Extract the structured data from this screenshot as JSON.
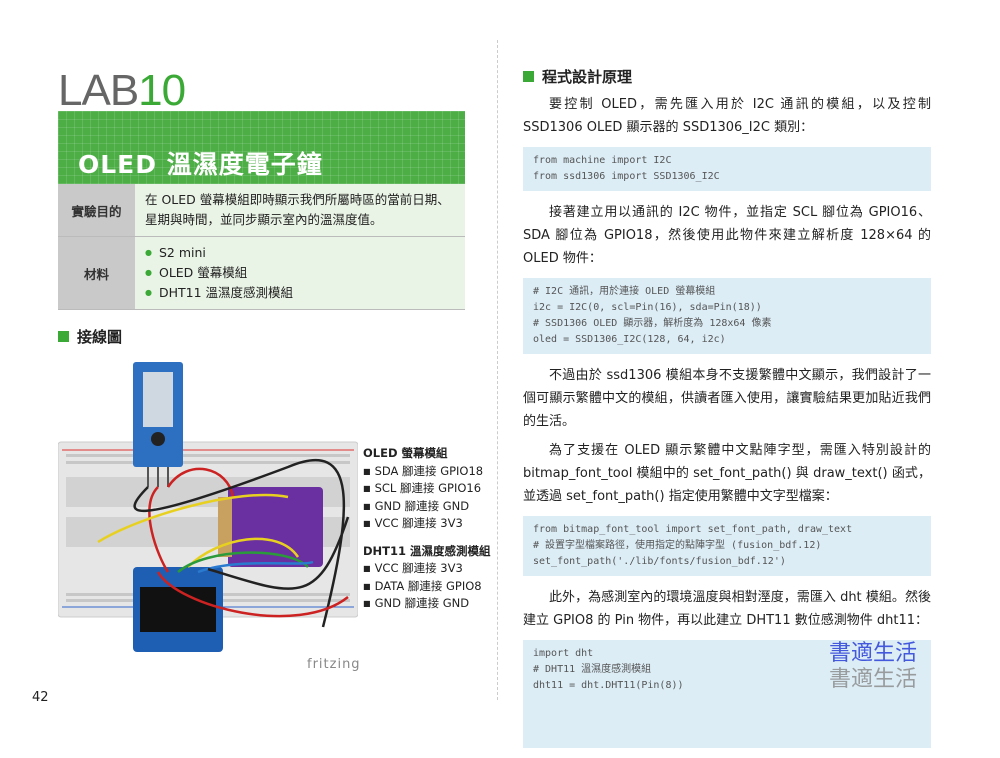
{
  "lab": {
    "prefix": "LAB",
    "number": "10"
  },
  "title": "OLED 溫濕度電子鐘",
  "table": {
    "purpose_label": "實驗目的",
    "purpose_text": "在 OLED 螢幕模組即時顯示我們所屬時區的當前日期、星期與時間，並同步顯示室內的溫濕度值。",
    "materials_label": "材料",
    "materials": [
      "S2 mini",
      "OLED 螢幕模組",
      "DHT11 溫濕度感測模組"
    ]
  },
  "wiring_heading": "接線圖",
  "legend": {
    "oled_title": "OLED 螢幕模組",
    "oled": [
      "SDA 腳連接 GPIO18",
      "SCL 腳連接 GPIO16",
      "GND 腳連接 GND",
      "VCC 腳連接 3V3"
    ],
    "dht_title": "DHT11 溫濕度感測模組",
    "dht": [
      "VCC 腳連接 3V3",
      "DATA 腳連接 GPIO8",
      "GND 腳連接 GND"
    ]
  },
  "fritzing": "fritzing",
  "page_number": "42",
  "program_heading": "程式設計原理",
  "paragraphs": [
    "要控制 OLED，需先匯入用於 I2C 通訊的模組，以及控制 SSD1306 OLED 顯示器的 SSD1306_I2C 類別：",
    "接著建立用以通訊的 I2C 物件，並指定 SCL 腳位為 GPIO16、SDA 腳位為 GPIO18，然後使用此物件來建立解析度 128×64 的 OLED 物件：",
    "不過由於 ssd1306 模組本身不支援繁體中文顯示，我們設計了一個可顯示繁體中文的模組，供讀者匯入使用，讓實驗結果更加貼近我們的生活。",
    "為了支援在 OLED 顯示繁體中文點陣字型，需匯入特別設計的 bitmap_font_tool 模組中的 set_font_path() 與 draw_text() 函式，並透過 set_font_path() 指定使用繁體中文字型檔案：",
    "此外，為感測室內的環境溫度與相對溼度，需匯入 dht 模組。然後建立 GPIO8 的 Pin 物件，再以此建立 DHT11 數位感測物件 dht11："
  ],
  "code": [
    "from machine import I2C\nfrom ssd1306 import SSD1306_I2C",
    "# I2C 通訊，用於連接 OLED 螢幕模組\ni2c = I2C(0, scl=Pin(16), sda=Pin(18))\n# SSD1306 OLED 顯示器，解析度為 128x64 像素\noled = SSD1306_I2C(128, 64, i2c)",
    "from bitmap_font_tool import set_font_path, draw_text\n# 設置字型檔案路徑，使用指定的點陣字型 (fusion_bdf.12)\nset_font_path('./lib/fonts/fusion_bdf.12')",
    "import dht\n# DHT11 溫濕度感測模組\ndht11 = dht.DHT11(Pin(8))"
  ],
  "watermark": "書適生活"
}
